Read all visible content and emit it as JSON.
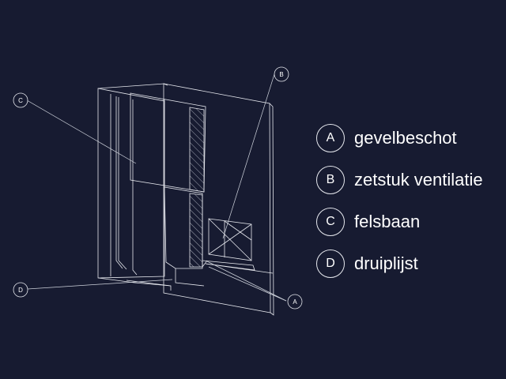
{
  "colors": {
    "background": "#171b31",
    "line": "#e6e8ee",
    "text": "#ffffff"
  },
  "callouts": [
    {
      "letter": "C"
    },
    {
      "letter": "B"
    },
    {
      "letter": "D"
    },
    {
      "letter": "A"
    }
  ],
  "legend": [
    {
      "letter": "A",
      "label": "gevelbeschot"
    },
    {
      "letter": "B",
      "label": "zetstuk ventilatie"
    },
    {
      "letter": "C",
      "label": "felsbaan"
    },
    {
      "letter": "D",
      "label": "druiplijst"
    }
  ]
}
